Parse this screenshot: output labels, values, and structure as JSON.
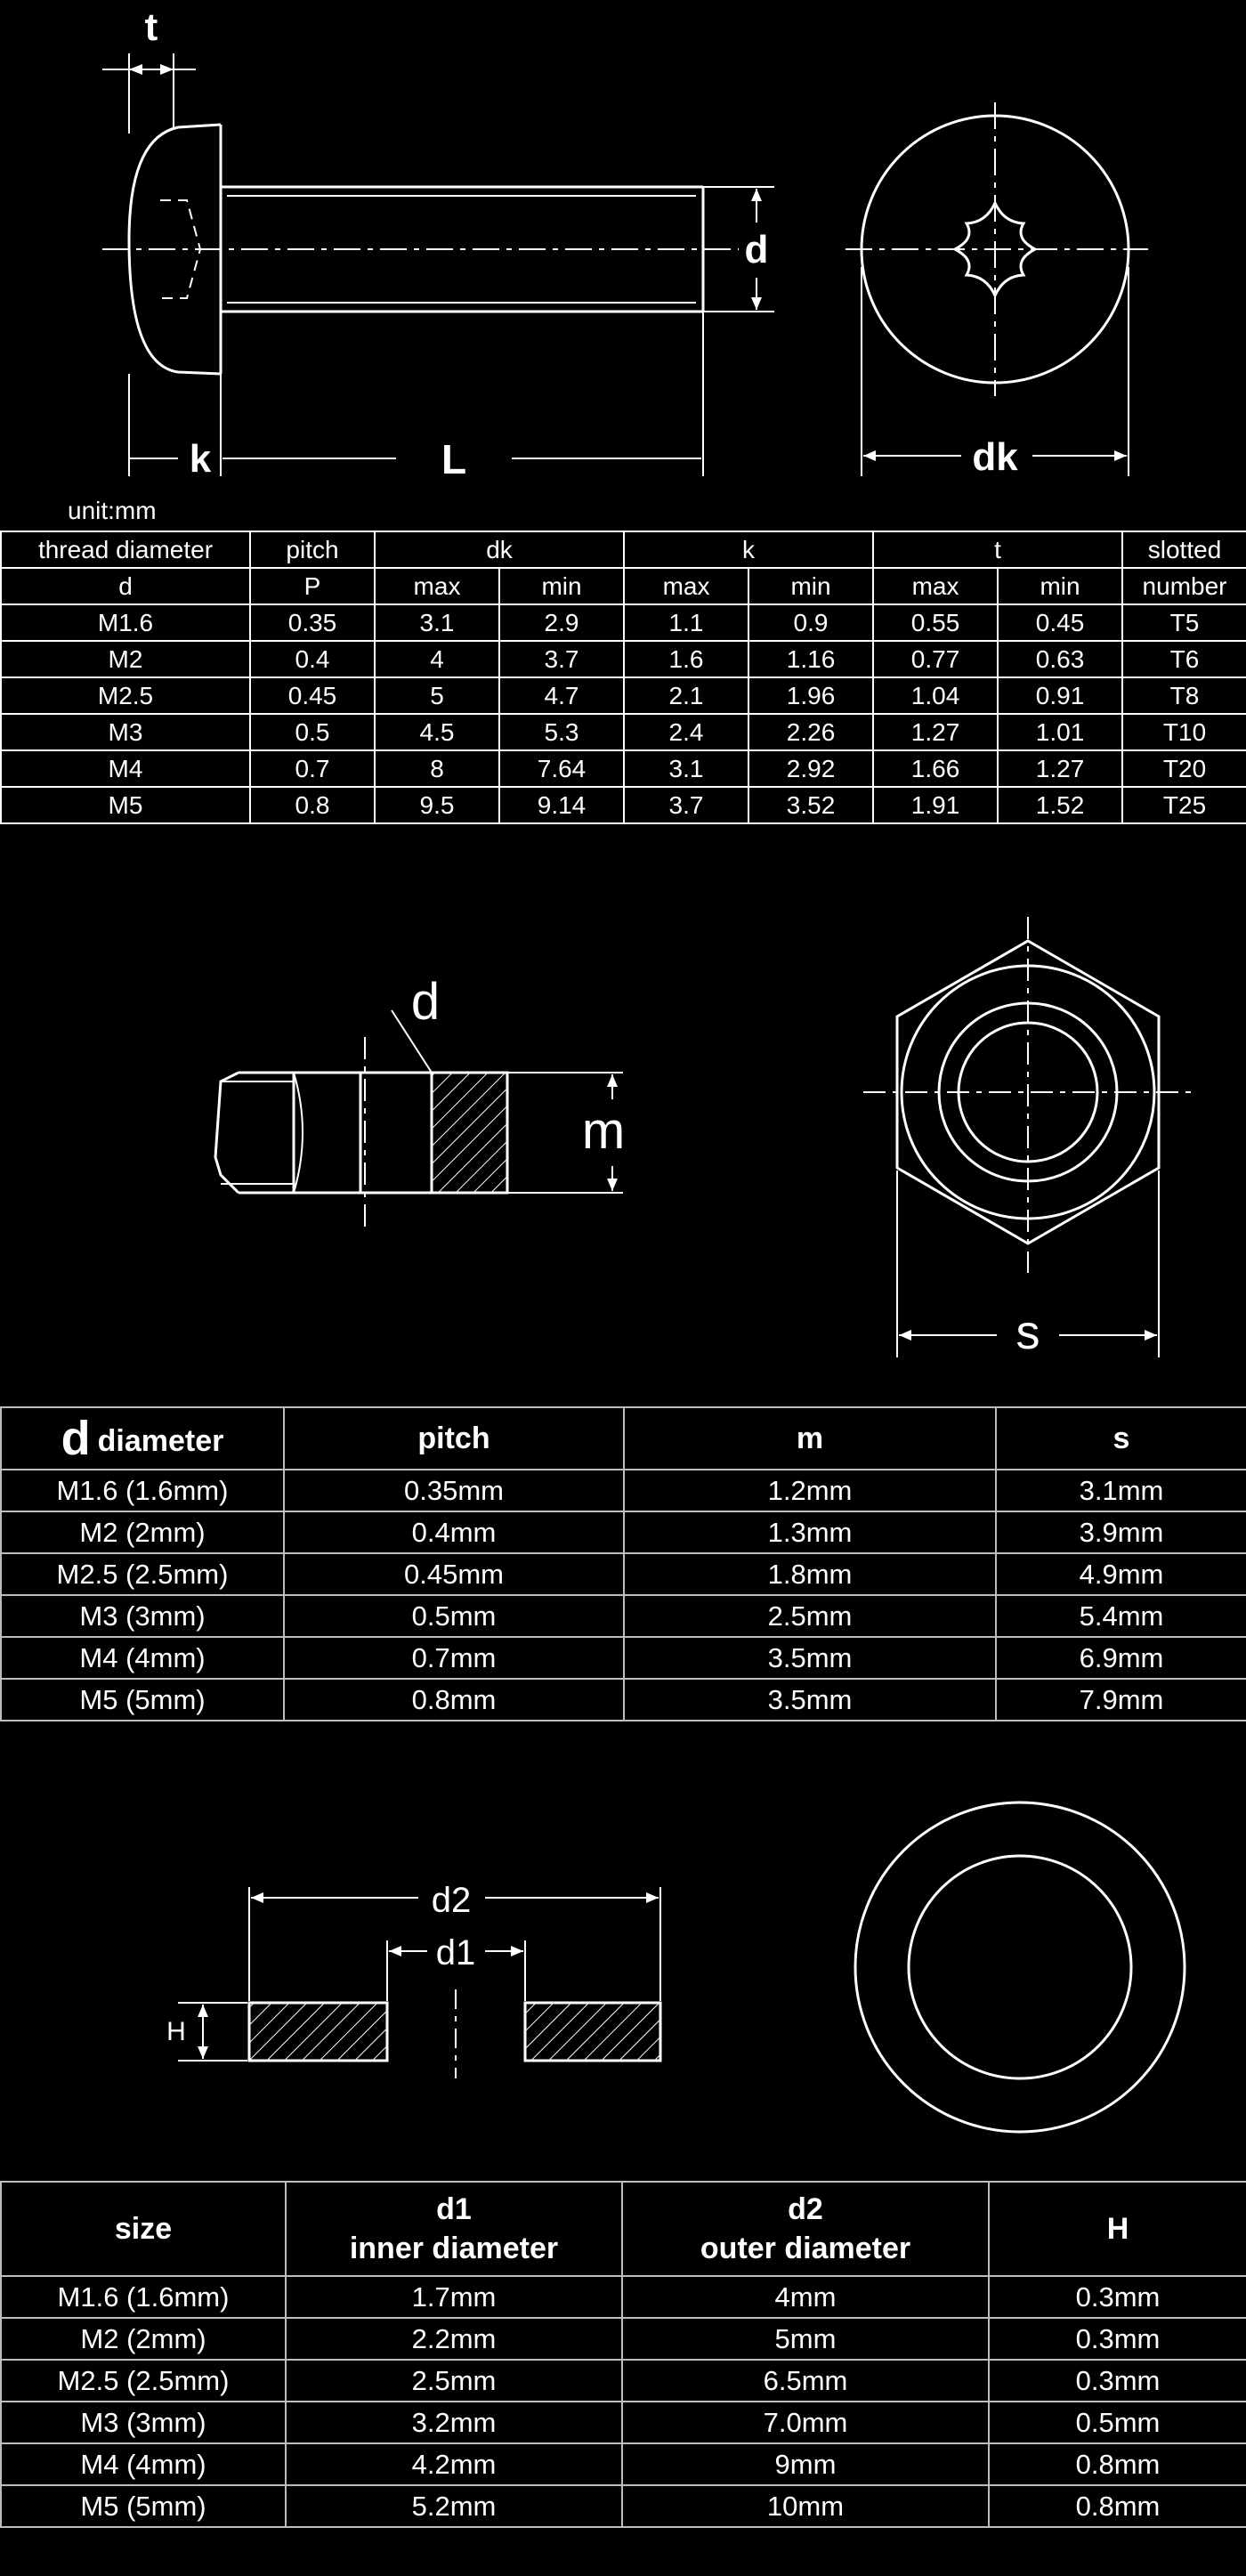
{
  "screw": {
    "labels": {
      "t": "t",
      "d": "d",
      "k": "k",
      "L": "L",
      "dk": "dk"
    },
    "unit": "unit:mm",
    "headers": {
      "thread_diameter": "thread diameter",
      "d": "d",
      "pitch": "pitch",
      "P": "P",
      "dk": "dk",
      "k": "k",
      "t": "t",
      "max": "max",
      "min": "min",
      "slotted": "slotted",
      "number": "number"
    },
    "rows": [
      [
        "M1.6",
        "0.35",
        "3.1",
        "2.9",
        "1.1",
        "0.9",
        "0.55",
        "0.45",
        "T5"
      ],
      [
        "M2",
        "0.4",
        "4",
        "3.7",
        "1.6",
        "1.16",
        "0.77",
        "0.63",
        "T6"
      ],
      [
        "M2.5",
        "0.45",
        "5",
        "4.7",
        "2.1",
        "1.96",
        "1.04",
        "0.91",
        "T8"
      ],
      [
        "M3",
        "0.5",
        "4.5",
        "5.3",
        "2.4",
        "2.26",
        "1.27",
        "1.01",
        "T10"
      ],
      [
        "M4",
        "0.7",
        "8",
        "7.64",
        "3.1",
        "2.92",
        "1.66",
        "1.27",
        "T20"
      ],
      [
        "M5",
        "0.8",
        "9.5",
        "9.14",
        "3.7",
        "3.52",
        "1.91",
        "1.52",
        "T25"
      ]
    ]
  },
  "nut": {
    "labels": {
      "d": "d",
      "m": "m",
      "s": "s"
    },
    "headers": {
      "d": "d",
      "diameter": "diameter",
      "pitch": "pitch",
      "m": "m",
      "s": "s"
    },
    "rows": [
      [
        "M1.6 (1.6mm)",
        "0.35mm",
        "1.2mm",
        "3.1mm"
      ],
      [
        "M2 (2mm)",
        "0.4mm",
        "1.3mm",
        "3.9mm"
      ],
      [
        "M2.5 (2.5mm)",
        "0.45mm",
        "1.8mm",
        "4.9mm"
      ],
      [
        "M3 (3mm)",
        "0.5mm",
        "2.5mm",
        "5.4mm"
      ],
      [
        "M4 (4mm)",
        "0.7mm",
        "3.5mm",
        "6.9mm"
      ],
      [
        "M5 (5mm)",
        "0.8mm",
        "3.5mm",
        "7.9mm"
      ]
    ]
  },
  "washer": {
    "labels": {
      "d2": "d2",
      "d1": "d1",
      "H": "H"
    },
    "headers": {
      "size": "size",
      "d1": "d1",
      "inner": "inner diameter",
      "d2": "d2",
      "outer": "outer diameter",
      "H": "H"
    },
    "rows": [
      [
        "M1.6 (1.6mm)",
        "1.7mm",
        "4mm",
        "0.3mm"
      ],
      [
        "M2 (2mm)",
        "2.2mm",
        "5mm",
        "0.3mm"
      ],
      [
        "M2.5 (2.5mm)",
        "2.5mm",
        "6.5mm",
        "0.3mm"
      ],
      [
        "M3 (3mm)",
        "3.2mm",
        "7.0mm",
        "0.5mm"
      ],
      [
        "M4 (4mm)",
        "4.2mm",
        "9mm",
        "0.8mm"
      ],
      [
        "M5 (5mm)",
        "5.2mm",
        "10mm",
        "0.8mm"
      ]
    ]
  }
}
